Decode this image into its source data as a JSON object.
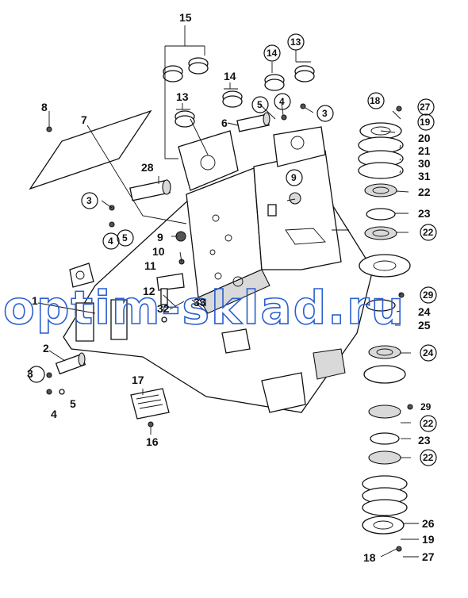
{
  "watermark": "optim-sklad.ru",
  "callouts": {
    "c1": "1",
    "c2": "2",
    "c3a": "3",
    "c3b": "3",
    "c3c": "3",
    "c4a": "4",
    "c4b": "4",
    "c4c": "4",
    "c5a": "5",
    "c5b": "5",
    "c5c": "5",
    "c6": "6",
    "c7": "7",
    "c8": "8",
    "c9a": "9",
    "c9b": "9",
    "c10": "10",
    "c11": "11",
    "c12": "12",
    "c13a": "13",
    "c13b": "13",
    "c14a": "14",
    "c14b": "14",
    "c15": "15",
    "c16": "16",
    "c17": "17",
    "c18a": "18",
    "c18b": "18",
    "c19a": "19",
    "c19b": "19",
    "c20": "20",
    "c21": "21",
    "c22a": "22",
    "c22b": "22",
    "c22c": "22",
    "c22d": "22",
    "c23a": "23",
    "c23b": "23",
    "c24a": "24",
    "c24b": "24",
    "c25": "25",
    "c26": "26",
    "c27a": "27",
    "c27b": "27",
    "c28": "28",
    "c29a": "29",
    "c29b": "29",
    "c30": "30",
    "c31": "31",
    "c32": "32",
    "c33": "33"
  }
}
